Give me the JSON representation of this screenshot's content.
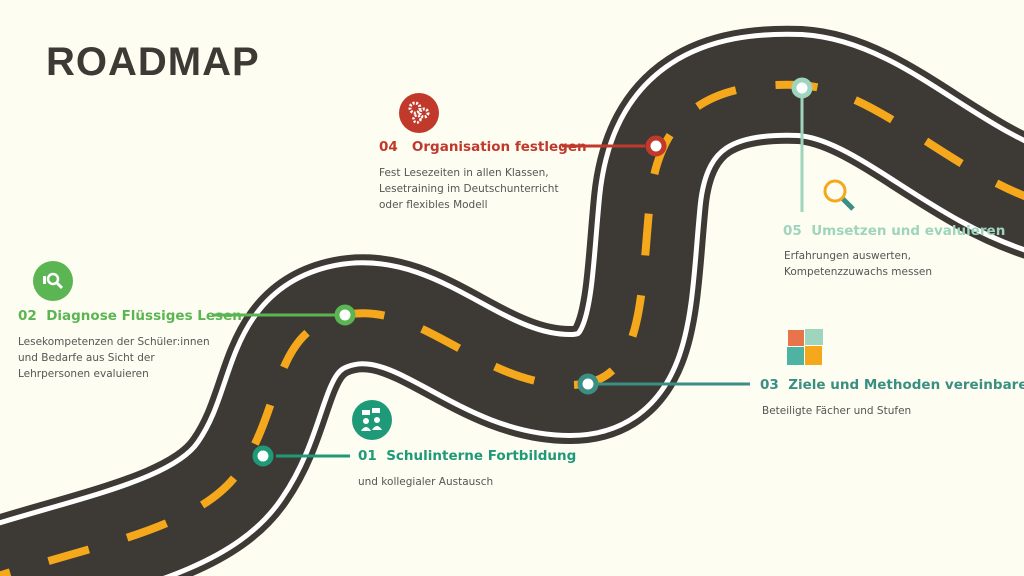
{
  "title": "ROADMAP",
  "colors": {
    "background": "#fdfdf2",
    "road": "#3d3a35",
    "dash": "#f5a81c",
    "s1": "#1f9a78",
    "s2": "#5bb552",
    "s3": "#3a8f82",
    "s4": "#c0392b",
    "s5": "#9fd4bd"
  },
  "steps": [
    {
      "num": "01",
      "title": "Schulinterne Fortbildung",
      "desc": [
        "und kollegialer Austausch"
      ],
      "icon": "people-chat-icon"
    },
    {
      "num": "02",
      "title": "Diagnose Flüssiges Lesen",
      "desc": [
        "Lesekompetenzen der Schüler:innen",
        "und Bedarfe aus Sicht der",
        "Lehrpersonen evaluieren"
      ],
      "icon": "magnifier-diagnose-icon"
    },
    {
      "num": "03",
      "title": "Ziele und Methoden vereinbaren",
      "desc": [
        "Beteiligte Fächer und Stufen"
      ],
      "icon": "puzzle-icon"
    },
    {
      "num": "04",
      "title": "Organisation festlegen",
      "desc": [
        "Fest Lesezeiten in allen Klassen,",
        "Lesetraining im Deutschunterricht",
        "oder flexibles Modell"
      ],
      "icon": "gears-icon"
    },
    {
      "num": "05",
      "title": "Umsetzen und evaluieren",
      "desc": [
        "Erfahrungen auswerten,",
        "Kompetenzzuwachs messen"
      ],
      "icon": "search-icon"
    }
  ]
}
